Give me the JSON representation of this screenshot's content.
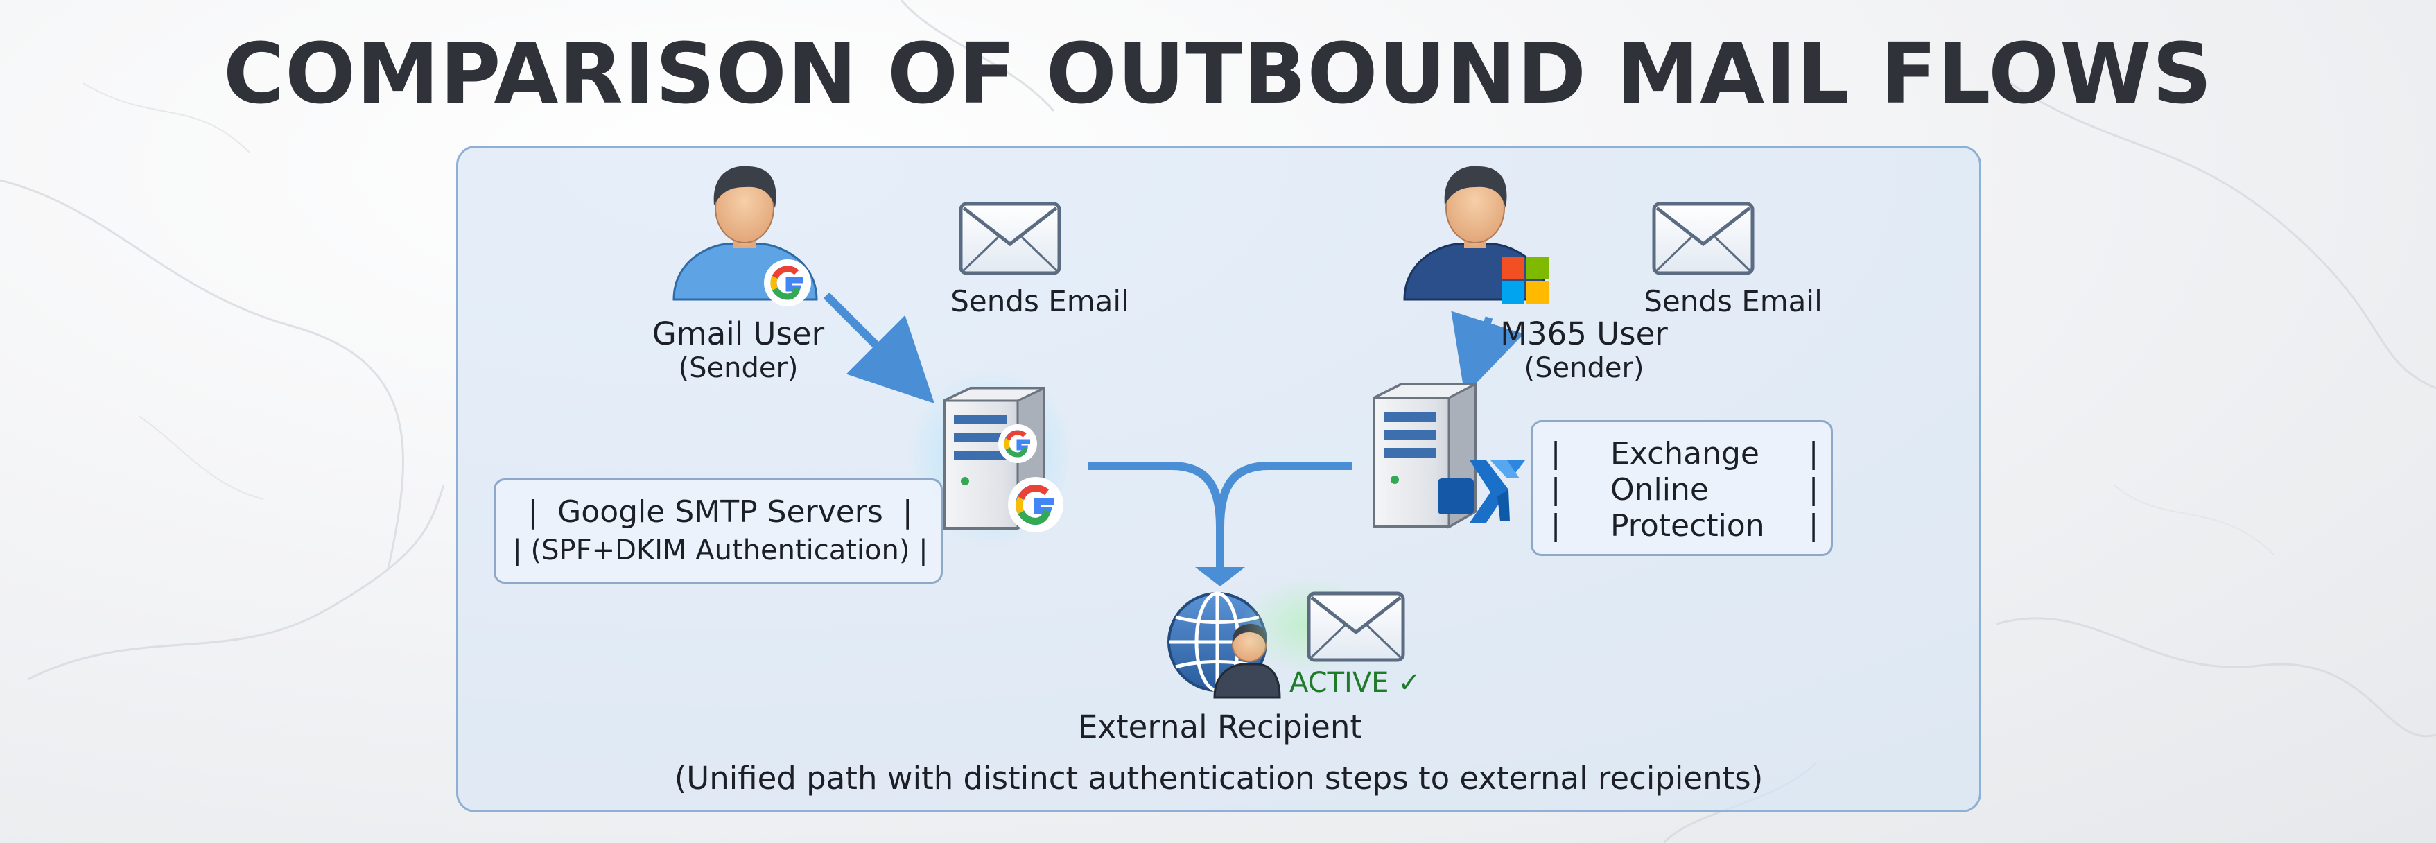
{
  "title": "COMPARISON OF OUTBOUND MAIL FLOWS",
  "left": {
    "sender_name": "Gmail User",
    "sender_role": "(Sender)",
    "action": "Sends Email",
    "server_box": {
      "line1": "Google SMTP Servers",
      "line2": "(SPF+DKIM Authentication)"
    }
  },
  "right": {
    "sender_name": "M365 User",
    "sender_role": "(Sender)",
    "action": "Sends Email",
    "server_box": {
      "line1": "Exchange",
      "line2": "Online",
      "line3": "Protection"
    }
  },
  "recipient": {
    "name": "External Recipient",
    "status": "ACTIVE",
    "status_icon": "check-icon"
  },
  "caption": "(Unified path with distinct authentication steps to external recipients)",
  "colors": {
    "flow_arrow": "#4a8fd6",
    "panel_border": "#8fb0d6",
    "status_green": "#1f7a2a",
    "google_blue": "#4285F4",
    "google_red": "#EA4335",
    "google_yellow": "#FBBC05",
    "google_green": "#34A853",
    "ms_red": "#F25022",
    "ms_green": "#7FBA00",
    "ms_blue": "#00A4EF",
    "ms_yellow": "#FFB900",
    "exchange_blue": "#1a6fc9"
  }
}
